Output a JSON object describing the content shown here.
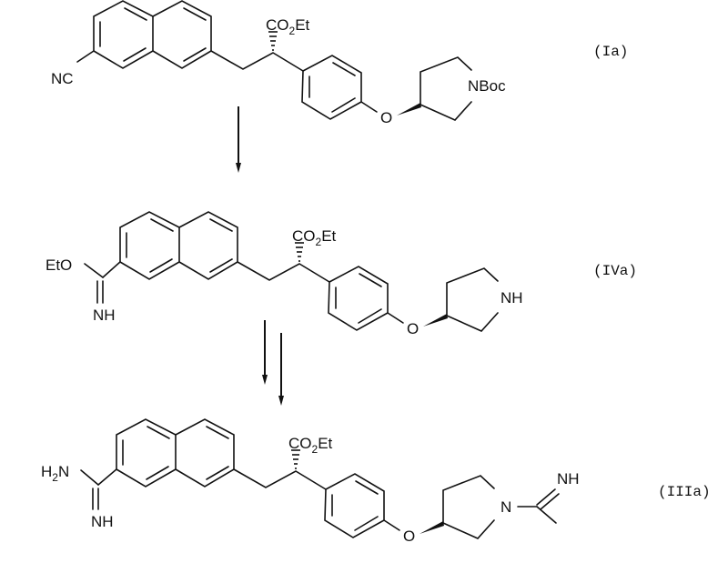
{
  "scheme": {
    "compounds": [
      {
        "id": "Ia",
        "label": "(Ia)",
        "left_group": "NC",
        "ester_text": "CO",
        "ester_sub": "2",
        "ester_tail": "Et",
        "ether_o": "O",
        "ring_n_text": "NBoc"
      },
      {
        "id": "IVa",
        "label": "(IVa)",
        "left_group": "EtO",
        "imine_text": "NH",
        "ester_text": "CO",
        "ester_sub": "2",
        "ester_tail": "Et",
        "ether_o": "O",
        "ring_n_text": "NH"
      },
      {
        "id": "IIIa",
        "label": "(IIIa)",
        "left_group_h": "H",
        "left_group_sub": "2",
        "left_group_n": "N",
        "imine_text": "NH",
        "ester_text": "CO",
        "ester_sub": "2",
        "ester_tail": "Et",
        "ether_o": "O",
        "ring_n_text": "N",
        "acetimidoyl_nh": "NH"
      }
    ],
    "arrows": [
      {
        "from": "Ia",
        "to": "IVa",
        "count": 1
      },
      {
        "from": "IVa",
        "to": "IIIa",
        "count": 2
      }
    ]
  }
}
